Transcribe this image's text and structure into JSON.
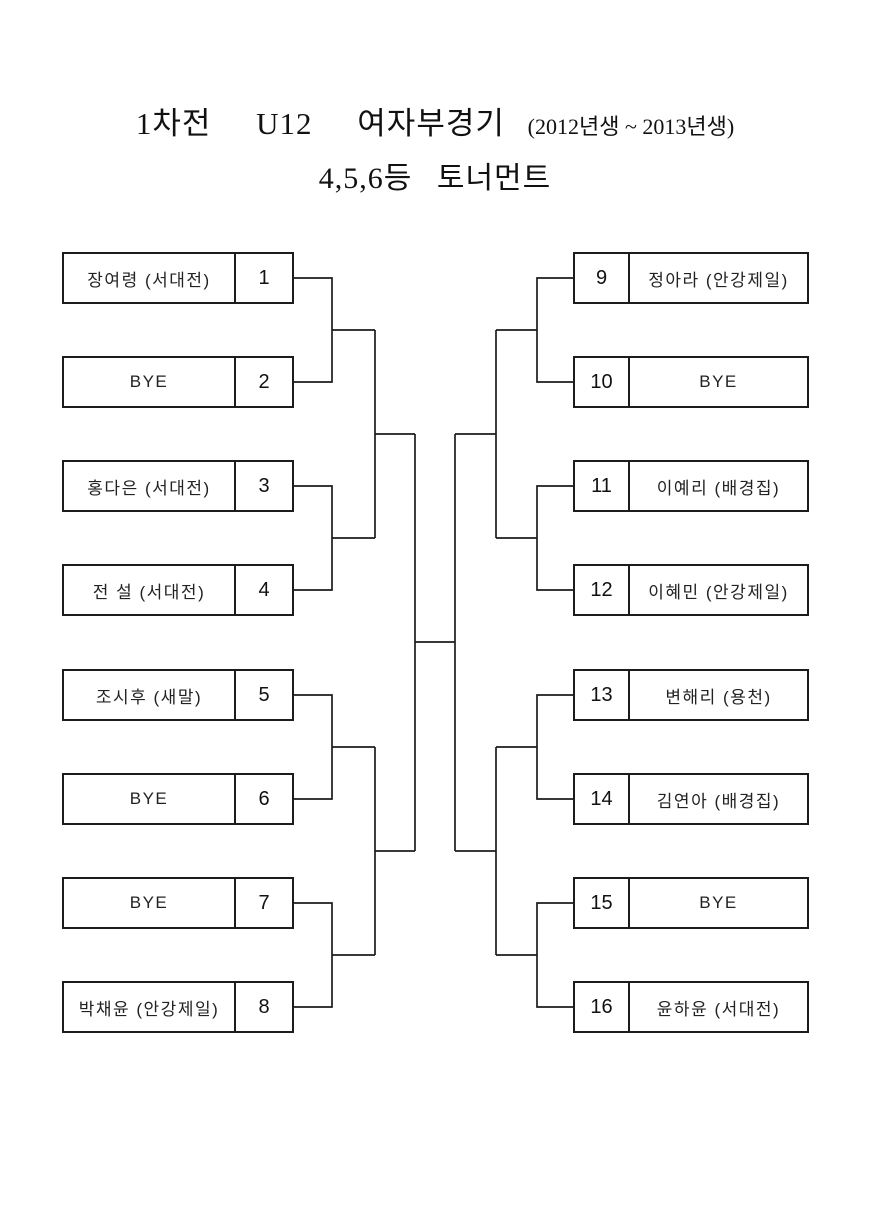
{
  "header": {
    "round": "1차전",
    "division": "U12",
    "event": "여자부경기",
    "birth_years": "(2012년생 ~ 2013년생)",
    "subtitle": "4,5,6등 토너먼트"
  },
  "bracket": {
    "left": [
      {
        "seed": "1",
        "name": "장여령 (서대전)"
      },
      {
        "seed": "2",
        "name": "BYE"
      },
      {
        "seed": "3",
        "name": "홍다은 (서대전)"
      },
      {
        "seed": "4",
        "name": "전 설 (서대전)"
      },
      {
        "seed": "5",
        "name": "조시후 (새말)"
      },
      {
        "seed": "6",
        "name": "BYE"
      },
      {
        "seed": "7",
        "name": "BYE"
      },
      {
        "seed": "8",
        "name": "박채윤 (안강제일)"
      }
    ],
    "right": [
      {
        "seed": "9",
        "name": "정아라 (안강제일)"
      },
      {
        "seed": "10",
        "name": "BYE"
      },
      {
        "seed": "11",
        "name": "이예리 (배경집)"
      },
      {
        "seed": "12",
        "name": "이혜민 (안강제일)"
      },
      {
        "seed": "13",
        "name": "변해리 (용천)"
      },
      {
        "seed": "14",
        "name": "김연아 (배경집)"
      },
      {
        "seed": "15",
        "name": "BYE"
      },
      {
        "seed": "16",
        "name": "윤하윤 (서대전)"
      }
    ]
  },
  "colors": {
    "line": "#1c1c1c",
    "background": "#ffffff",
    "text": "#111111"
  }
}
